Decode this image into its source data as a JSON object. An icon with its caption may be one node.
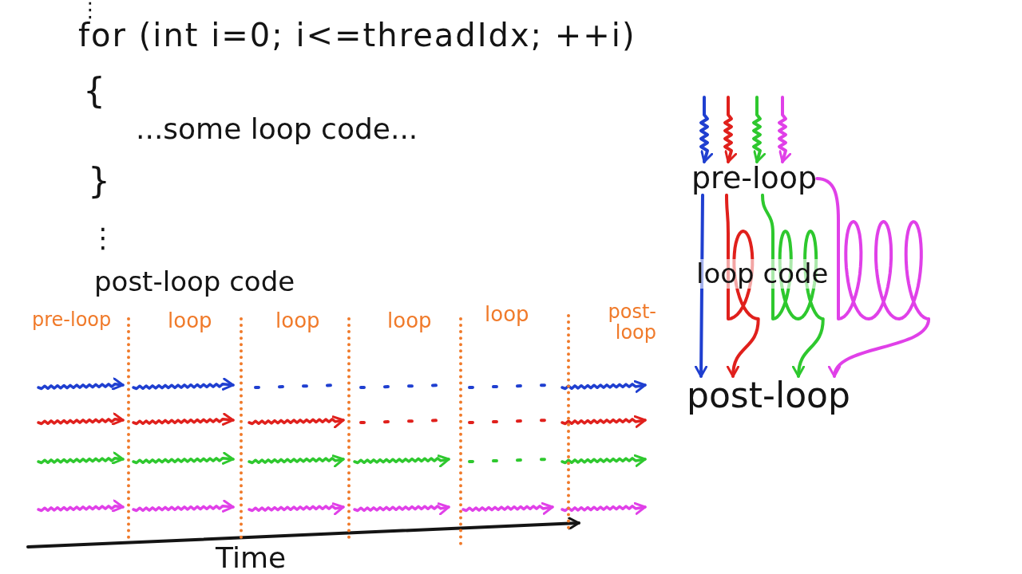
{
  "diagram": {
    "nodes": [
      {
        "text": [
          "pre-loop"
        ]
      },
      {
        "text": [
          "post-loop"
        ]
      }
    ],
    "edges": [
      {
        "from": null,
        "to": 0,
        "arrow": "to",
        "color": "#1f3fd0"
      },
      {
        "from": null,
        "to": 0,
        "arrow": "to",
        "color": "#e0201c"
      },
      {
        "from": null,
        "to": 0,
        "arrow": "to",
        "color": "#2ec82e"
      },
      {
        "from": null,
        "to": 0,
        "arrow": "to",
        "color": "#e040e8"
      },
      {
        "from": 0,
        "to": 1,
        "arrow": "to",
        "color": "#1f3fd0"
      },
      {
        "from": 0,
        "to": 1,
        "arrow": "to",
        "color": "#e0201c"
      },
      {
        "from": 0,
        "to": 1,
        "arrow": "to",
        "color": "#2ec82e"
      },
      {
        "from": 0,
        "to": 1,
        "arrow": "to",
        "color": "#e040e8"
      }
    ],
    "labels": [
      "⋮",
      "for (int i=0; i<=threadIdx; ++i)",
      "{",
      "...some loop code...",
      "}",
      "⋮",
      "post-loop code",
      "loop code",
      "pre-loop",
      "loop",
      "loop",
      "loop",
      "loop",
      "post-loop",
      "Time"
    ]
  }
}
